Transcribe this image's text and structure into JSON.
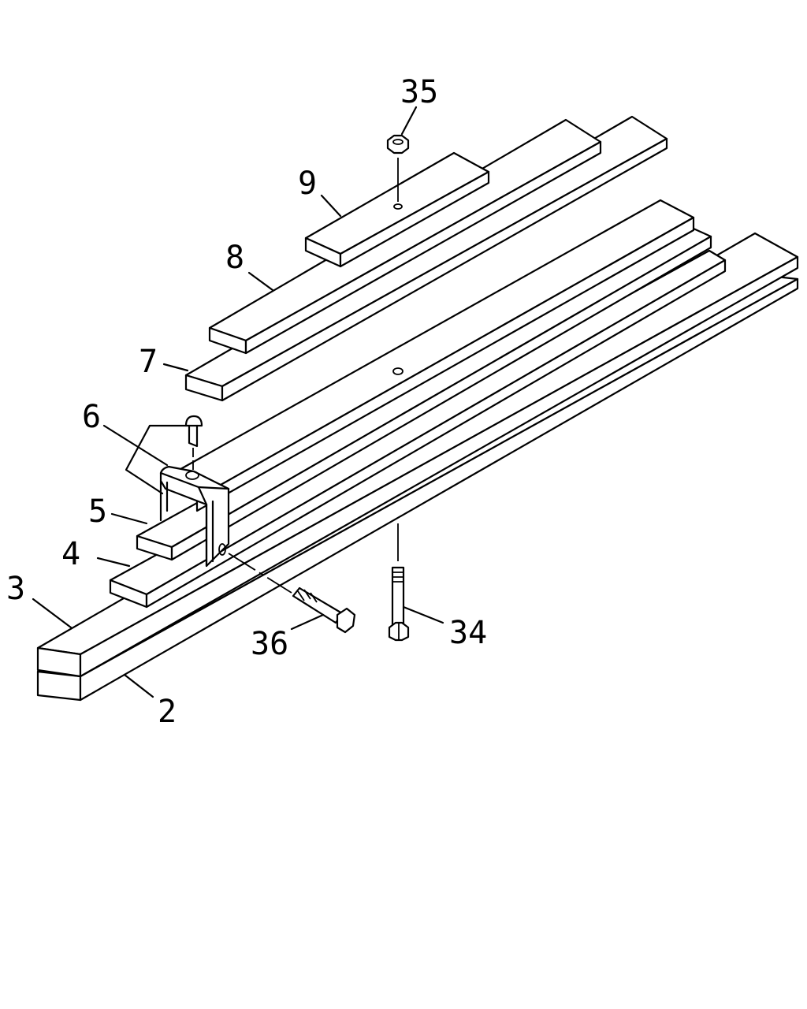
{
  "diagram": {
    "callouts": [
      {
        "id": "35",
        "text": "35"
      },
      {
        "id": "9",
        "text": "9"
      },
      {
        "id": "8",
        "text": "8"
      },
      {
        "id": "7",
        "text": "7"
      },
      {
        "id": "6",
        "text": "6"
      },
      {
        "id": "5",
        "text": "5"
      },
      {
        "id": "4",
        "text": "4"
      },
      {
        "id": "3",
        "text": "3"
      },
      {
        "id": "36",
        "text": "36"
      },
      {
        "id": "34",
        "text": "34"
      },
      {
        "id": "2",
        "text": "2"
      }
    ]
  },
  "colors": {
    "line": "#000000",
    "background": "#ffffff"
  }
}
